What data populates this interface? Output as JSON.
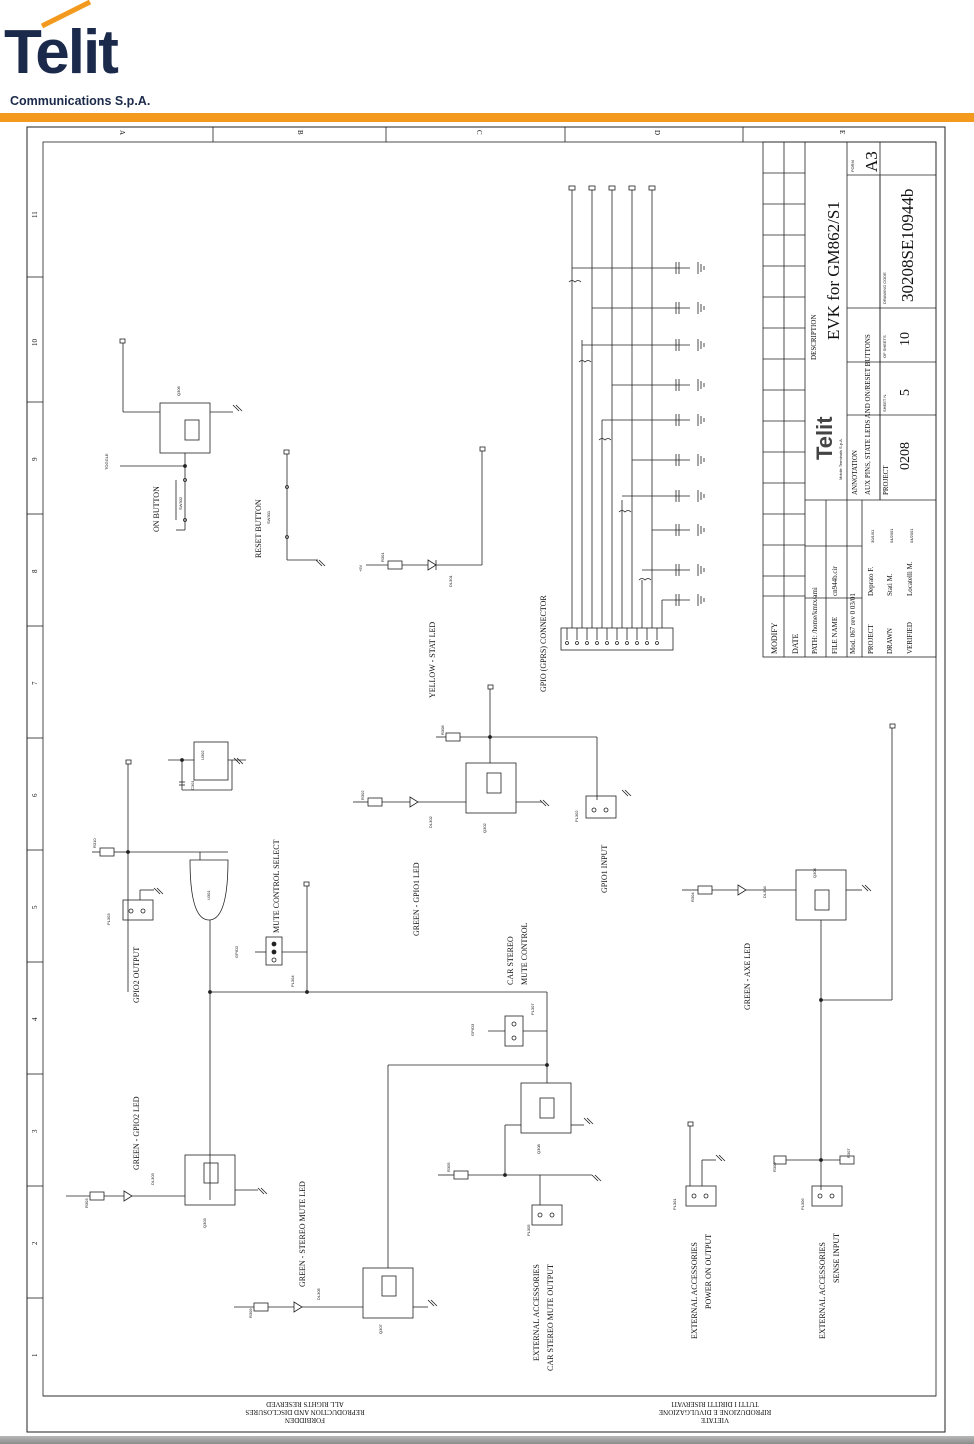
{
  "header": {
    "logo_word": "Telit",
    "logo_sub": "Communications S.p.A."
  },
  "zones": {
    "columns": [
      "A",
      "B",
      "C",
      "D",
      "E"
    ],
    "rows": [
      "11",
      "10",
      "9",
      "8",
      "7",
      "6",
      "5",
      "4",
      "3",
      "2",
      "1"
    ]
  },
  "blocks": {
    "on_button": "ON BUTTON",
    "reset_button": "RESET BUTTON",
    "yellow_stat": "YELLOW - STAT LED",
    "gpio_connector": "GPIO (GPRS) CONNECTOR",
    "gpio2_output": "GPIO2 OUTPUT",
    "mute_select": "MUTE CONTROL SELECT",
    "green_gpio1": "GREEN - GPIO1 LED",
    "gpio1_input": "GPIO1 INPUT",
    "car_stereo_1": "CAR STEREO",
    "car_stereo_2": "MUTE CONTROL",
    "green_axe": "GREEN - AXE LED",
    "green_gpio2": "GREEN - GPIO2 LED",
    "green_stereo_mute": "GREEN - STEREO MUTE LED",
    "ext_acc_mute_1": "EXTERNAL ACCESSORIES",
    "ext_acc_mute_2": "CAR STEREO MUTE OUTPUT",
    "ext_acc_power_1": "EXTERNAL ACCESSORIES",
    "ext_acc_power_2": "POWER ON OUTPUT",
    "ext_acc_sense_1": "EXTERNAL ACCESSORIES",
    "ext_acc_sense_2": "SENSE INPUT"
  },
  "refs": {
    "sw301": "SW301",
    "sw302": "SW302",
    "q306": "Q306",
    "r301": "R301",
    "d301": "DL301",
    "r302": "R302",
    "d302": "DL302",
    "q302": "Q302",
    "r308": "R308",
    "pl302": "PL302",
    "pl303": "PL303",
    "r310": "R310",
    "u301": "U301",
    "u302": "U302",
    "c301": "C301",
    "pl304": "PL304",
    "pl307": "PL307",
    "q308": "Q308",
    "r305": "R305",
    "pl305": "PL305",
    "r304": "R304",
    "d304": "DL304",
    "q304": "Q304",
    "pl301": "PL301",
    "pl306": "PL306",
    "r306": "R306",
    "r307": "R307",
    "q303": "Q303",
    "r303": "R303",
    "d303": "DL303",
    "q307": "Q307",
    "r309": "R309",
    "d305": "DL305",
    "toggle": "TOGGLE",
    "gpio2": "GPIO2",
    "gpio3": "GPIO3",
    "plus5v": "+5V"
  },
  "title_block": {
    "modify": "MODIFY",
    "date": "DATE",
    "path": "PATH: /home/kmtx/ami",
    "file_name": "FILE NAME",
    "file_value": "cn944b.cir",
    "model": "Mod. 067 rev 0 03/01",
    "project": "PROJECT",
    "project_value": "Deprato F.",
    "drawn": "DRAWN",
    "drawn_value": "Stati M.",
    "verified": "VERIFIED",
    "verified_value": "Locatelli M.",
    "date1": "30/1/01",
    "date2": "04/2001",
    "date3": "04/2001",
    "description": "DESCRIPTION",
    "description_value": "EVK for GM862/S1",
    "annotation": "ANNOTATION",
    "annotation_value": "AUX PINS, STATE LEDS AND ON/RESET BUTTONS",
    "project2": "PROJECT",
    "project_code": "0208",
    "sheet": "SHEET N.",
    "sheet_value": "5",
    "of_sheets": "OF SHEETS",
    "of_sheets_value": "10",
    "drawing_code": "DRAWING CODE",
    "drawing_code_value": "30208SE10944b",
    "form": "FORM",
    "form_value": "A3",
    "mini_logo": "Telit",
    "mini_logo_sub": "Mobile Terminals S.p.A."
  },
  "footer": {
    "left_1": "ALL RIGHTS RESERVED",
    "left_2": "REPRODUCTION AND DISCLOSURES",
    "left_3": "FORBIDDEN",
    "right_1": "TUTTI I DIRITTI RISERVATI",
    "right_2": "RIPRODUZIONE E DIVULGAZIONE",
    "right_3": "VIETATE"
  }
}
